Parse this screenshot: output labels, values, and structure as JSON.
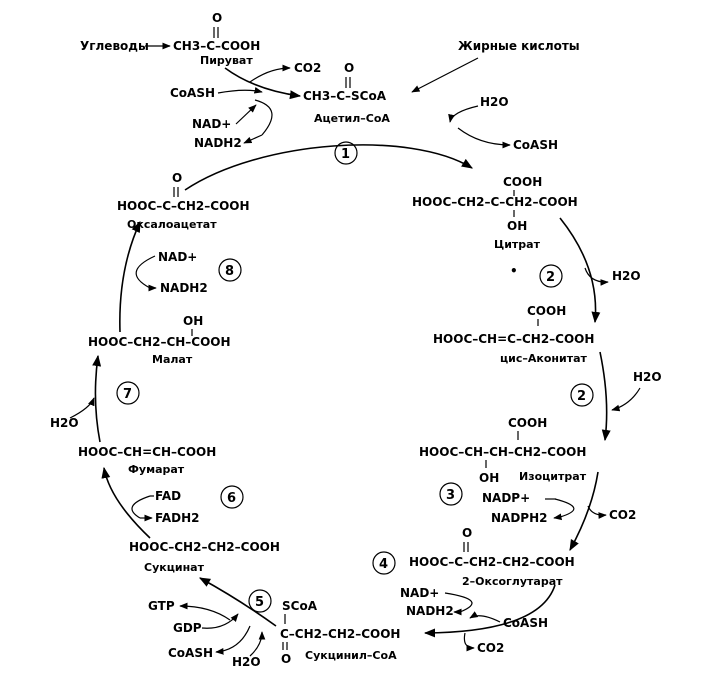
{
  "inputs": {
    "carbohydrates": "Углеводы",
    "fatty_acids": "Жирные кислоты"
  },
  "compounds": {
    "pyruvate": {
      "formula": "CH3–C–COOH",
      "keto_o": "O",
      "name": "Пируват"
    },
    "acetyl_coa": {
      "formula": "CH3–C–SCoA",
      "keto_o": "O",
      "name": "Ацетил–CoA"
    },
    "citrate": {
      "formula": "HOOC–CH2–C–CH2–COOH",
      "top": "COOH",
      "bottom": "OH",
      "name": "Цитрат"
    },
    "cis_aconitate": {
      "formula": "HOOC–CH=C–CH2–COOH",
      "top": "COOH",
      "name": "цис–Аконитат"
    },
    "isocitrate": {
      "formula": "HOOC–CH–CH–CH2–COOH",
      "top": "COOH",
      "bottom": "OH",
      "name": "Изоцитрат"
    },
    "oxoglutarate": {
      "formula": "HOOC–C–CH2–CH2–COOH",
      "keto_o": "O",
      "name": "2–Оксоглутарат"
    },
    "succinyl_coa": {
      "formula": "C–CH2–CH2–COOH",
      "top": "SCoA",
      "keto_o": "O",
      "name": "Сукцинил–CoA"
    },
    "succinate": {
      "formula": "HOOC–CH2–CH2–COOH",
      "name": "Сукцинат"
    },
    "fumarate": {
      "formula": "HOOC–CH=CH–COOH",
      "name": "Фумарат"
    },
    "malate": {
      "formula": "HOOC–CH2–CH–COOH",
      "top": "OH",
      "name": "Малат"
    },
    "oxaloacetate": {
      "formula": "HOOC–C–CH2–COOH",
      "keto_o": "O",
      "name": "Оксалоацетат"
    }
  },
  "cofactors": {
    "co2": "CO2",
    "coash": "CoASH",
    "nad": "NAD+",
    "nadh2": "NADH2",
    "h2o": "H2O",
    "nadp": "NADP+",
    "nadph2": "NADPH2",
    "gtp": "GTP",
    "gdp": "GDP",
    "fad": "FAD",
    "fadh2": "FADH2"
  },
  "steps": [
    "1",
    "2",
    "2",
    "3",
    "4",
    "5",
    "6",
    "7",
    "8"
  ],
  "stray_dot": "•"
}
